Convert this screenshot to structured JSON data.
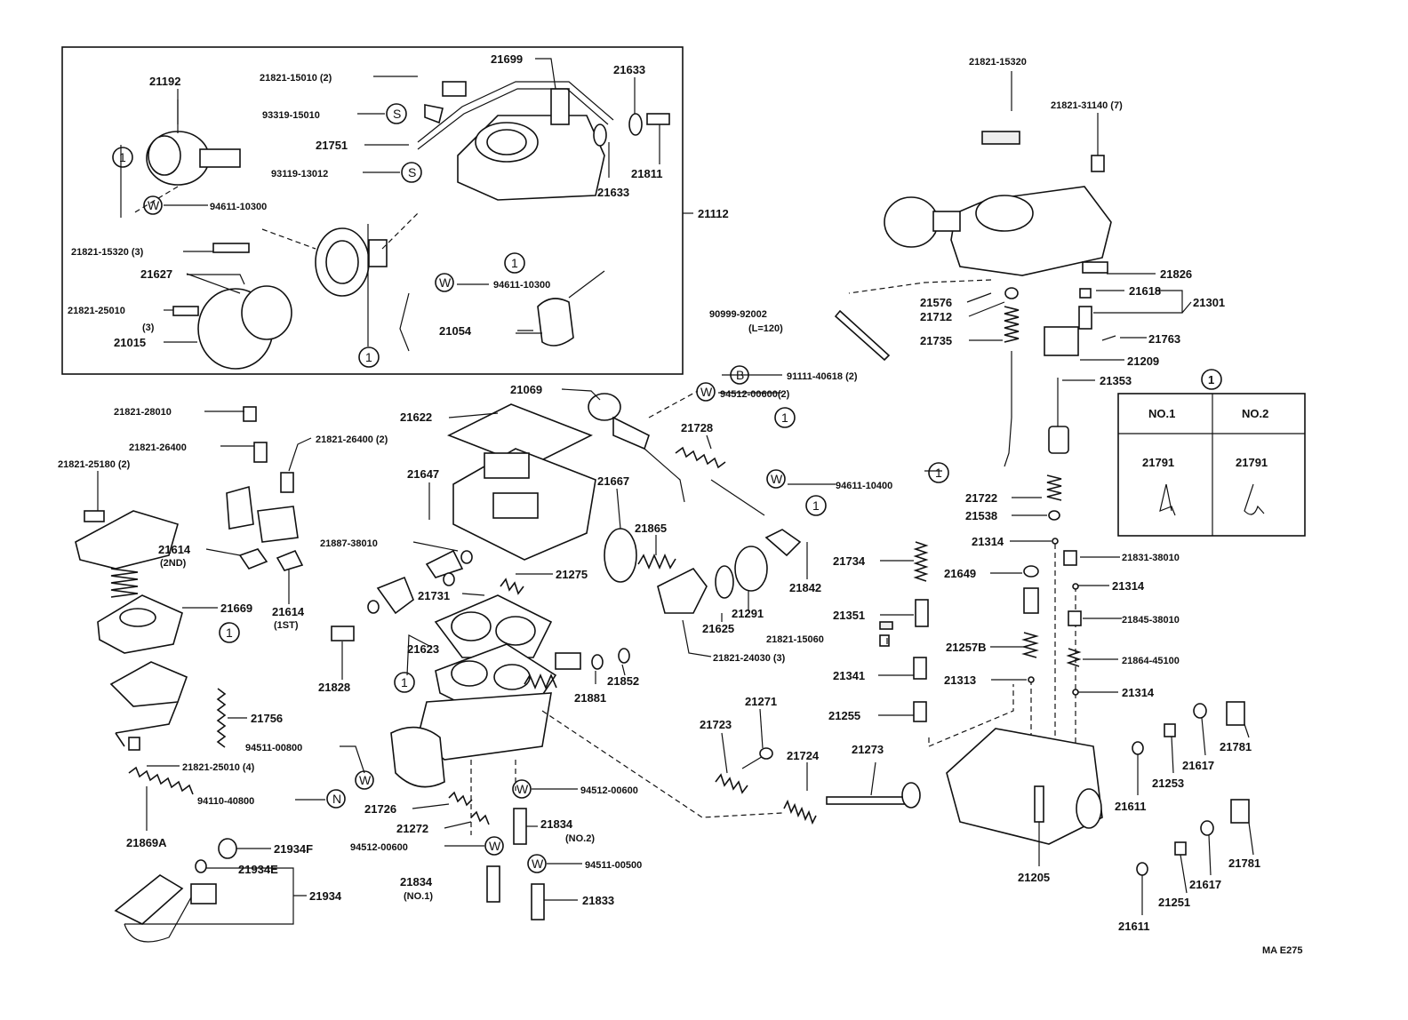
{
  "labels": {
    "p21192": "21192",
    "p21821_15010": "21821-15010 (2)",
    "p93319_15010": "93319-15010",
    "p21751": "21751",
    "p93119_13012": "93119-13012",
    "p94611_10300a": "94611-10300",
    "p21821_15320_3": "21821-15320 (3)",
    "p21627": "21627",
    "p21821_25010": "21821-25010",
    "p21821_25010_q": "(3)",
    "p21015": "21015",
    "p21699": "21699",
    "p21633a": "21633",
    "p21811": "21811",
    "p21633b": "21633",
    "p21112": "21112",
    "p94611_10300b": "94611-10300",
    "p21054": "21054",
    "p21821_15320": "21821-15320",
    "p21821_31140": "21821-31140 (7)",
    "p21826": "21826",
    "p21576": "21576",
    "p21712": "21712",
    "p21618": "21618",
    "p21301": "21301",
    "p90999_92002": "90999-92002",
    "p90999_92002_l": "(L=120)",
    "p21735": "21735",
    "p21763": "21763",
    "p21209": "21209",
    "p21353": "21353",
    "p21069": "21069",
    "p91111_40618": "91111-40618 (2)",
    "p94512_00600_2": "94512-00600(2)",
    "p21821_28010": "21821-28010",
    "p21622": "21622",
    "p21821_26400": "21821-26400",
    "p21821_26400_2": "21821-26400 (2)",
    "p21821_25180": "21821-25180 (2)",
    "p21728": "21728",
    "p21647": "21647",
    "p94611_10400": "94611-10400",
    "p21722": "21722",
    "p21538": "21538",
    "p21667": "21667",
    "p21865": "21865",
    "p21314a": "21314",
    "p21831_38010": "21831-38010",
    "p21614_2nd": "21614",
    "p21614_2nd_q": "(2ND)",
    "p21887_38010": "21887-38010",
    "p21275": "21275",
    "p21734": "21734",
    "p21842": "21842",
    "p21649": "21649",
    "p21314b": "21314",
    "p21669": "21669",
    "p21614_1st": "21614",
    "p21614_1st_q": "(1ST)",
    "p21731": "21731",
    "p21291": "21291",
    "p21351": "21351",
    "p21845_38010": "21845-38010",
    "p21625": "21625",
    "p21821_15060": "21821-15060",
    "p21623": "21623",
    "p21257b": "21257B",
    "p21821_24030": "21821-24030 (3)",
    "p21864_45100": "21864-45100",
    "p21828": "21828",
    "p21881": "21881",
    "p21852": "21852",
    "p21341": "21341",
    "p21313": "21313",
    "p21314c": "21314",
    "p21756": "21756",
    "p21271": "21271",
    "p21255": "21255",
    "p21781a": "21781",
    "p94511_00800": "94511-00800",
    "p21723": "21723",
    "p21617a": "21617",
    "p21821_25010_4": "21821-25010 (4)",
    "p21724": "21724",
    "p21273": "21273",
    "p21253": "21253",
    "p94110_40800": "94110-40800",
    "p94512_00600": "94512-00600",
    "p21611a": "21611",
    "p21726": "21726",
    "p21272": "21272",
    "p21834_2": "21834",
    "p21834_2_q": "(NO.2)",
    "p21869a": "21869A",
    "p94512_00600b": "94512-00600",
    "p21934f": "21934F",
    "p94511_00500": "94511-00500",
    "p21205": "21205",
    "p21781b": "21781",
    "p21934e": "21934E",
    "p21934": "21934",
    "p21834_1": "21834",
    "p21834_1_q": "(NO.1)",
    "p21833": "21833",
    "p21617b": "21617",
    "p21251": "21251",
    "p21611b": "21611",
    "ref_code": "MA E275"
  },
  "callouts": {
    "one": "1",
    "W": "W",
    "S": "S",
    "B": "B",
    "N": "N"
  },
  "legend_table": {
    "header_callout": "1",
    "col1_header": "NO.1",
    "col2_header": "NO.2",
    "col1_part": "21791",
    "col2_part": "21791"
  }
}
